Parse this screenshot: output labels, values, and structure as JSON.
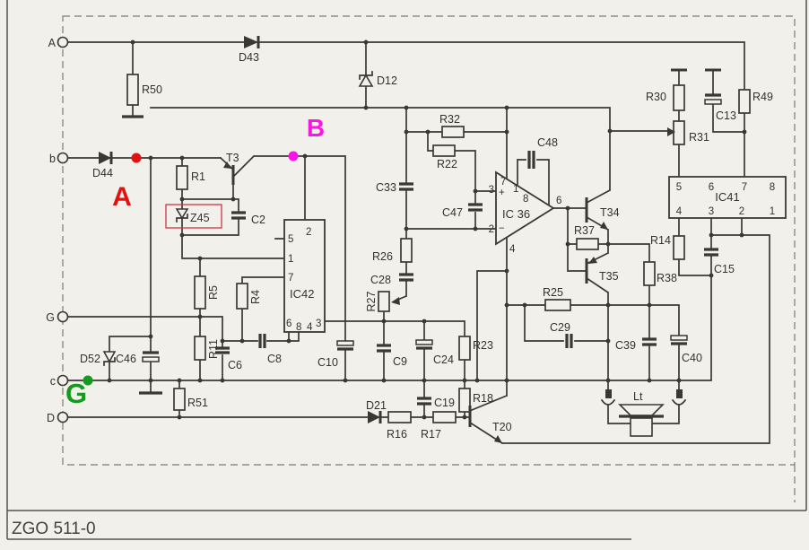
{
  "footer": {
    "doc_code": "ZGO 511-0"
  },
  "terminals": {
    "a": "A",
    "b": "b",
    "g": "G",
    "c": "c",
    "d": "D"
  },
  "annotations": {
    "a": {
      "text": "A",
      "color": "#e01212"
    },
    "b": {
      "text": "B",
      "color": "#fb14e4"
    },
    "g": {
      "text": "G",
      "color": "#149a1e"
    }
  },
  "colors": {
    "line": "#3a3833",
    "background": "#f2f0ea",
    "highlight_box": "#cf3545",
    "annotation_red": "#e01212",
    "annotation_magenta": "#fb14e4",
    "annotation_green": "#149a1e"
  },
  "labels": {
    "r50": "R50",
    "d43": "D43",
    "d12": "D12",
    "d44": "D44",
    "r1": "R1",
    "t3": "T3",
    "z45": "Z45",
    "c2": "C2",
    "r5": "R5",
    "r4": "R4",
    "r11": "R11",
    "c6": "C6",
    "c8": "C8",
    "c10": "C10",
    "c9": "C9",
    "r51": "R51",
    "d52": "D52",
    "c46": "C46",
    "c33": "C33",
    "r32": "R32",
    "r22": "R22",
    "c47": "C47",
    "c48": "C48",
    "r26": "R26",
    "c28": "C28",
    "r27": "R27",
    "c24": "C24",
    "c19": "C19",
    "r23": "R23",
    "r18": "R18",
    "r16": "R16",
    "r17": "R17",
    "d21": "D21",
    "t20": "T20",
    "r25": "R25",
    "c29": "C29",
    "r37": "R37",
    "t34": "T34",
    "t35": "T35",
    "r38": "R38",
    "c39": "C39",
    "c40": "C40",
    "lt": "Lt",
    "r14": "R14",
    "c15": "C15",
    "r30": "R30",
    "r31": "R31",
    "c13": "C13",
    "r49": "R49"
  },
  "ic42": {
    "name": "IC42",
    "pin2": "2",
    "pin5": "5",
    "pin1": "1",
    "pin7": "7",
    "pin6": "6",
    "pin8": "8",
    "pin4": "4",
    "pin3": "3"
  },
  "ic36": {
    "name": "IC 36",
    "pin7": "7",
    "pin1": "1",
    "pin8": "8",
    "pin3": "3",
    "pin2": "2",
    "pin4": "4",
    "pin6": "6",
    "plus": "+",
    "minus": "−"
  },
  "ic41": {
    "name": "IC41",
    "pin5": "5",
    "pin6": "6",
    "pin7": "7",
    "pin8": "8",
    "pin4": "4",
    "pin3": "3",
    "pin2": "2",
    "pin1": "1"
  }
}
